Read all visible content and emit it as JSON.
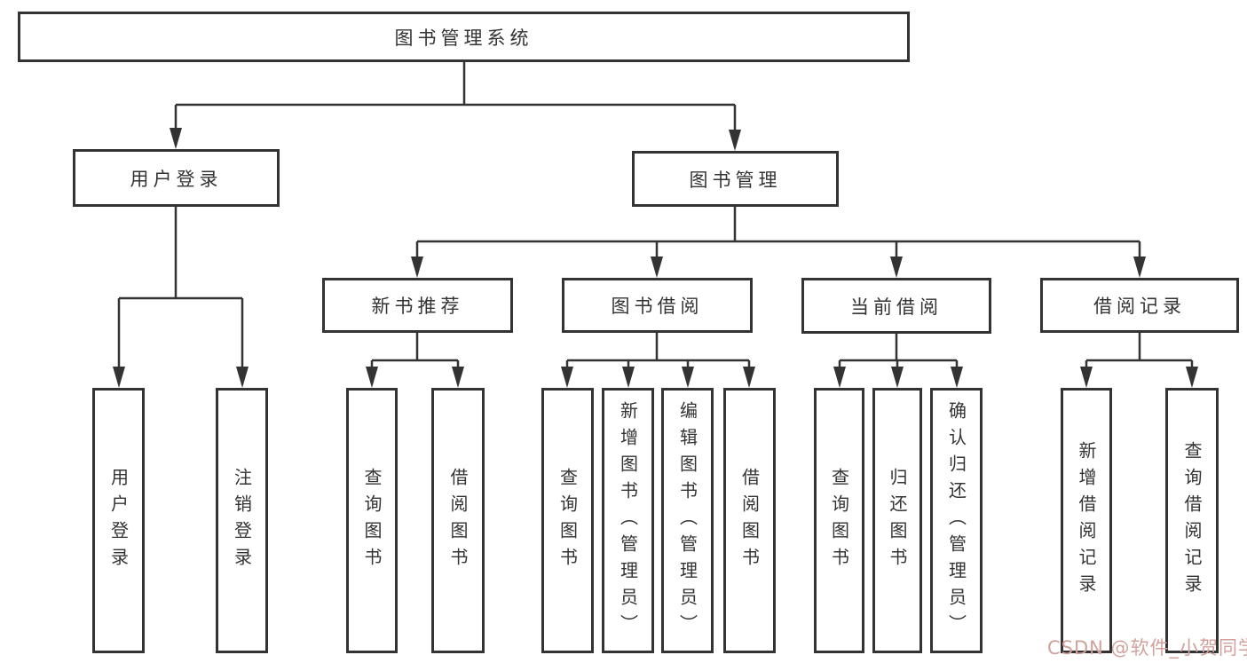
{
  "tree": {
    "root": "图书管理系统",
    "branches": [
      {
        "label": "用户登录",
        "leaves": [
          "用户登录",
          "注销登录"
        ]
      },
      {
        "label": "图书管理",
        "groups": [
          {
            "label": "新书推荐",
            "leaves": [
              "查询图书",
              "借阅图书"
            ]
          },
          {
            "label": "图书借阅",
            "leaves": [
              "查询图书",
              "新增图书（管理员）",
              "编辑图书（管理员）",
              "借阅图书"
            ]
          },
          {
            "label": "当前借阅",
            "leaves": [
              "查询图书",
              "归还图书",
              "确认归还（管理员）"
            ]
          },
          {
            "label": "借阅记录",
            "leaves": [
              "新增借阅记录",
              "查询借阅记录"
            ]
          }
        ]
      }
    ]
  },
  "watermark": "CSDN @软件_小贺同学",
  "colors": {
    "line": "#333333",
    "box_border": "#333333",
    "box_fill": "#ffffff",
    "text": "#333333",
    "watermark": "#d2a19c",
    "background": "#ffffff"
  }
}
